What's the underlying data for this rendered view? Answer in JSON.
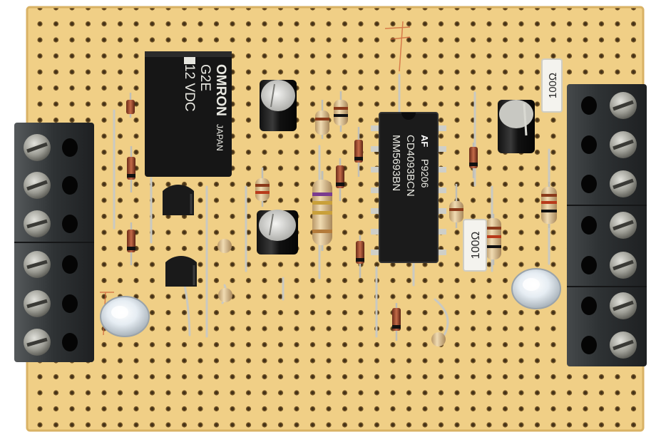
{
  "relay": {
    "brand": "OMRON",
    "model": "G2E",
    "voltage": "12 VDC",
    "origin": "JAPAN"
  },
  "ic": {
    "mark": "AF",
    "line1": "P9206",
    "line2": "CD4093BCN",
    "line3": "MM5693BN"
  },
  "power_resistor_left": {
    "value": "100Ω"
  },
  "power_resistor_right": {
    "value": "100Ω"
  },
  "colors": {
    "board": "#f0cf86",
    "board_edge": "#e3bb6e",
    "hole": "#6b4e22",
    "terminal_block": "#2e3234",
    "relay_body": "#161616",
    "ic_body": "#1b1b1b",
    "capacitor": "#202020",
    "transistor": "#1a1a1a",
    "led": "#e8eef4"
  }
}
